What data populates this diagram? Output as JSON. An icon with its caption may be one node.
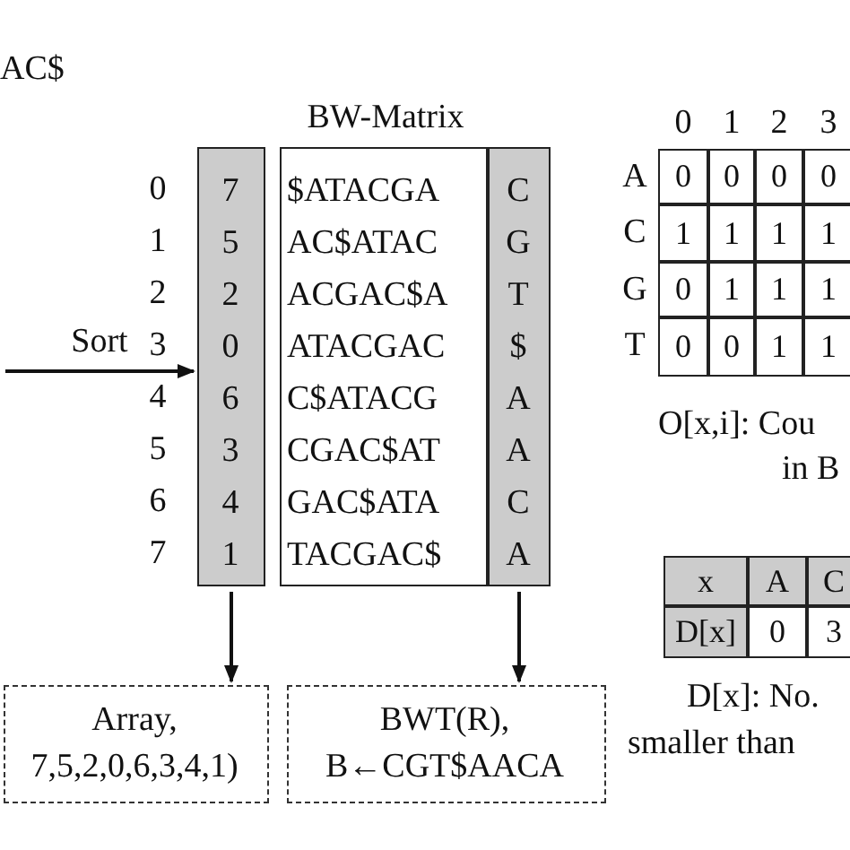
{
  "diagram": {
    "nodes": [
      {
        "text": [
          "7",
          "5",
          "2",
          "0",
          "6",
          "3",
          "4",
          "1"
        ]
      },
      {
        "text": [
          "BW-Matrix",
          "$ATACGA",
          "AC$ATAC",
          "ACGAC$A",
          "ATACGAC",
          "C$ATACG",
          "CGAC$AT",
          "GAC$ATA",
          "TACGAC$"
        ]
      },
      {
        "text": [
          "C",
          "G",
          "T",
          "$",
          "A",
          "A",
          "C",
          "A"
        ]
      },
      {
        "text": [
          "Array,",
          "7,5,2,0,6,3,4,1)"
        ]
      },
      {
        "text": [
          "BWT(R),",
          "B←CGT$AACA"
        ]
      }
    ],
    "edges": [
      {
        "from": null,
        "to": 0,
        "arrow": "to",
        "label": "Sort"
      },
      {
        "from": 0,
        "to": 3,
        "arrow": "to"
      },
      {
        "from": 2,
        "to": 4,
        "arrow": "to"
      }
    ],
    "labels": [
      "AC$",
      "0",
      "1",
      "2",
      "3",
      "4",
      "5",
      "6",
      "7",
      "0",
      "1",
      "2",
      "3",
      "A",
      "0",
      "0",
      "0",
      "0",
      "C",
      "1",
      "1",
      "1",
      "1",
      "G",
      "0",
      "1",
      "1",
      "1",
      "T",
      "0",
      "0",
      "1",
      "1",
      "O[x,i]: Cou",
      "in B",
      "x",
      "A",
      "C",
      "D[x]",
      "0",
      "3",
      "D[x]: No.",
      "smaller than"
    ]
  }
}
